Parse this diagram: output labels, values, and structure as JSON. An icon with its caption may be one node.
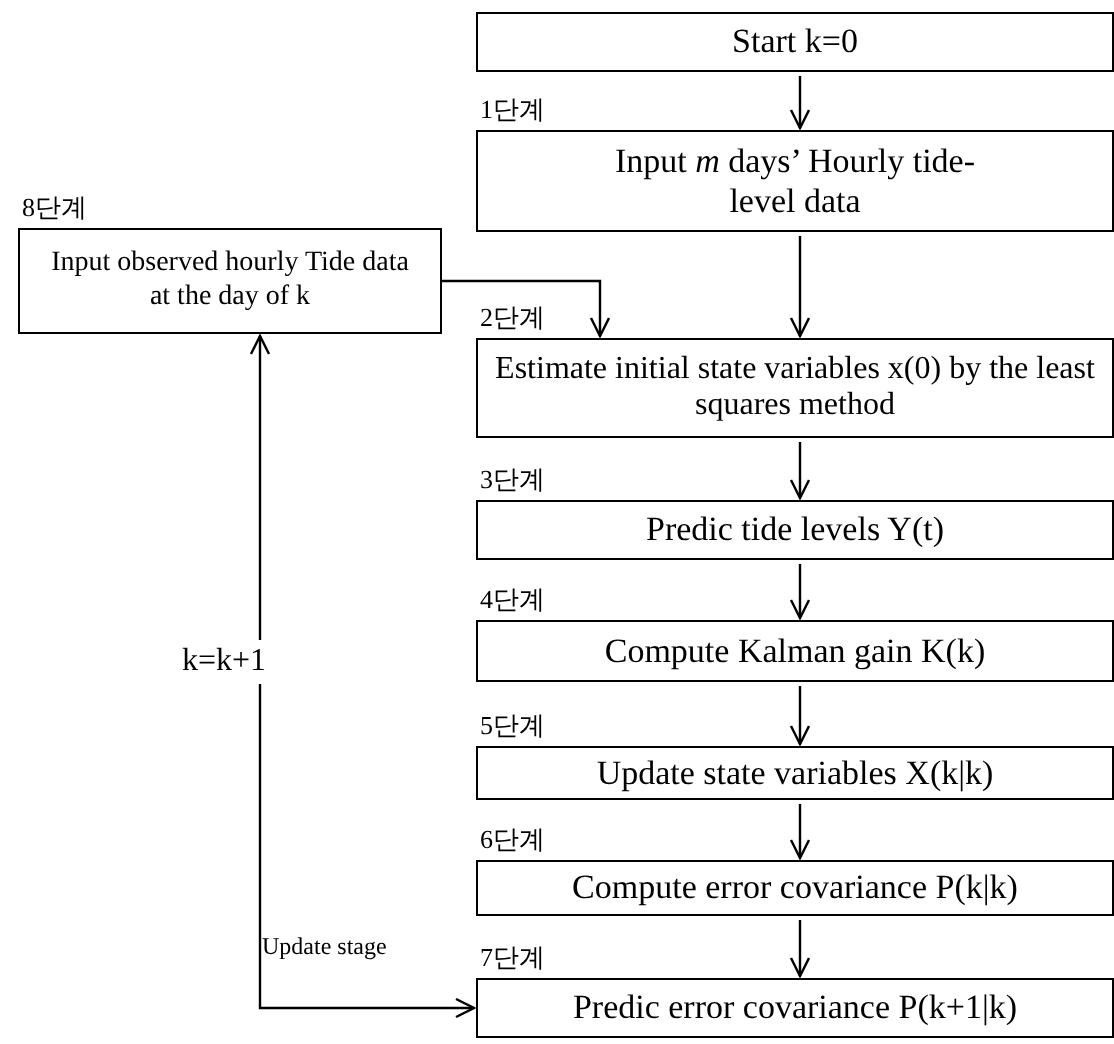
{
  "diagram": {
    "nodes": [
      {
        "text": [
          "Start k=0"
        ]
      },
      {
        "text": [
          "Input *m* days’ Hourly tide-level data"
        ],
        "beside": [
          "1단계"
        ]
      },
      {
        "text": [
          "Estimate initial state variables x(0) by the least squares method"
        ],
        "beside": [
          "2단계"
        ]
      },
      {
        "text": [
          "Predic tide levels Y(t)"
        ],
        "beside": [
          "3단계"
        ]
      },
      {
        "text": [
          "Compute Kalman gain K(k)"
        ],
        "beside": [
          "4단계"
        ]
      },
      {
        "text": [
          "Update state variables X(k|k)"
        ],
        "beside": [
          "5단계"
        ]
      },
      {
        "text": [
          "Compute error covariance P(k|k)"
        ],
        "beside": [
          "6단계"
        ]
      },
      {
        "text": [
          "Predic error covariance P(k+1|k)"
        ],
        "beside": [
          "7단계"
        ]
      },
      {
        "text": [
          "Input observed hourly Tide data at the day of k"
        ],
        "beside": [
          "8단계"
        ]
      }
    ],
    "edges": [
      {
        "from": 0,
        "to": 1,
        "arrow": "to"
      },
      {
        "from": 1,
        "to": 2,
        "arrow": "to"
      },
      {
        "from": 2,
        "to": 3,
        "arrow": "to"
      },
      {
        "from": 3,
        "to": 4,
        "arrow": "to"
      },
      {
        "from": 4,
        "to": 5,
        "arrow": "to"
      },
      {
        "from": 5,
        "to": 6,
        "arrow": "to"
      },
      {
        "from": 6,
        "to": 7,
        "arrow": "to"
      },
      {
        "from": 8,
        "to": 2,
        "arrow": "to"
      },
      {
        "from": 7,
        "to": 8,
        "arrow": "both",
        "label": "k=k+1"
      }
    ],
    "labels": [
      "Update stage"
    ]
  }
}
